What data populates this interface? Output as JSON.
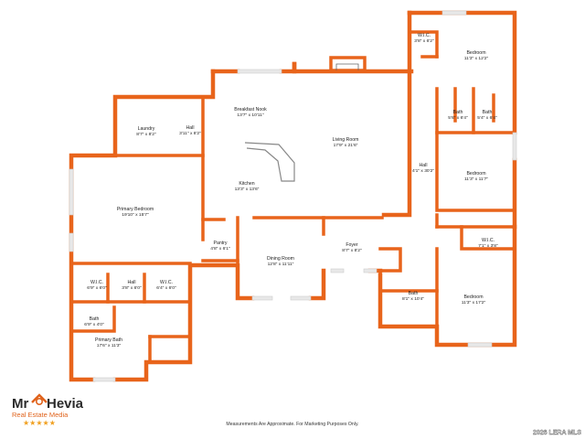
{
  "colors": {
    "wall": "#e8641b",
    "window": "#e8e8e8",
    "text": "#222222",
    "logo_accent": "#e0631c",
    "star": "#f0a020"
  },
  "rooms": [
    {
      "key": "wic_top",
      "name": "W.I.C.",
      "dims": "3'8\" x 6'2\""
    },
    {
      "key": "bedroom_top",
      "name": "Bedroom",
      "dims": "11'3\" x 12'2\""
    },
    {
      "key": "breakfast_nook",
      "name": "Breakfast Nook",
      "dims": "13'7\" x 10'11\""
    },
    {
      "key": "laundry",
      "name": "Laundry",
      "dims": "8'7\" x 8'2\""
    },
    {
      "key": "hall_upper",
      "name": "Hall",
      "dims": "3'11\" x 8'2\""
    },
    {
      "key": "living_room",
      "name": "Living Room",
      "dims": "17'9\" x 21'6\""
    },
    {
      "key": "bath_mid_left",
      "name": "Bath",
      "dims": "5'6\" x 6'4\""
    },
    {
      "key": "bath_mid_right",
      "name": "Bath",
      "dims": "5'4\" x 6'4\""
    },
    {
      "key": "hall_long",
      "name": "Hall",
      "dims": "4'1\" x 30'2\""
    },
    {
      "key": "bedroom_mid",
      "name": "Bedroom",
      "dims": "11'3\" x 11'7\""
    },
    {
      "key": "kitchen",
      "name": "Kitchen",
      "dims": "13'3\" x 13'6\""
    },
    {
      "key": "primary_bedroom",
      "name": "Primary Bedroom",
      "dims": "19'10\" x 15'7\""
    },
    {
      "key": "pantry",
      "name": "Pantry",
      "dims": "4'8\" x 6'1\""
    },
    {
      "key": "foyer",
      "name": "Foyer",
      "dims": "8'7\" x 8'2\""
    },
    {
      "key": "wic_right",
      "name": "W.I.C.",
      "dims": "7'1\" x 3'8\""
    },
    {
      "key": "dining_room",
      "name": "Dining Room",
      "dims": "12'8\" x 11'11\""
    },
    {
      "key": "wic_pl",
      "name": "W.I.C.",
      "dims": "6'9\" x 6'0\""
    },
    {
      "key": "hall_pb",
      "name": "Hall",
      "dims": "3'8\" x 6'0\""
    },
    {
      "key": "wic_pr",
      "name": "W.I.C.",
      "dims": "6'4\" x 6'0\""
    },
    {
      "key": "bath_right",
      "name": "Bath",
      "dims": "8'1\" x 10'4\""
    },
    {
      "key": "bedroom_bottom",
      "name": "Bedroom",
      "dims": "11'3\" x 17'2\""
    },
    {
      "key": "bath_small",
      "name": "Bath",
      "dims": "6'9\" x 4'0\""
    },
    {
      "key": "primary_bath",
      "name": "Primary Bath",
      "dims": "17'6\" x 11'3\""
    }
  ],
  "logo": {
    "mr_text": "Mr",
    "brand_text": "Hevia",
    "subtitle": "Real Estate Media",
    "stars": "★★★★★"
  },
  "disclaimer": "Measurements Are Approximate. For Marketing Purposes Only.",
  "copyright": "2026 LERA MLS"
}
